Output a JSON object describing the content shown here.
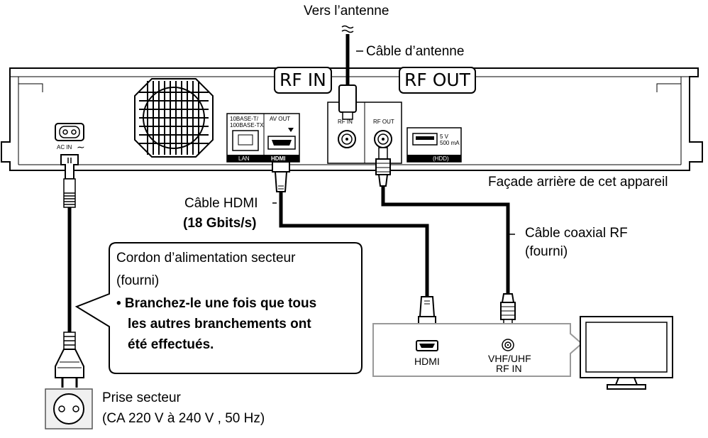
{
  "labels": {
    "antenna": "Vers l’antenne",
    "antenna_cable": "Câble d’antenne",
    "rf_in_tag": "RF IN",
    "rf_out_tag": "RF OUT",
    "rear_panel": "Façade arrière de cet appareil",
    "hdmi_cable": "Câble HDMI",
    "hdmi_speed": "(18 Gbits/s)",
    "coax_cable": "Câble coaxial RF",
    "coax_supplied": "(fourni)",
    "power_cord_title": "Cordon d’alimentation secteur",
    "power_cord_supplied": "(fourni)",
    "power_cord_note_line1": "• Branchez-le une fois que tous",
    "power_cord_note_line2": "les autres branchements ont",
    "power_cord_note_line3": "été effectués.",
    "outlet": "Prise secteur",
    "outlet_spec": "(CA 220 V à 240 V , 50 Hz)"
  },
  "panel": {
    "ac_in": "AC IN",
    "ac_symbol": "∼",
    "lan_top": "10BASE-T/",
    "lan_top2": "100BASE-TX",
    "lan": "LAN",
    "av_out": "AV OUT",
    "hdmi_logo": "HDMI",
    "rf_in": "RF IN",
    "rf_out": "RF OUT",
    "usb_v": "5 V",
    "usb_ma": "500 mA",
    "usb_hdd": "(HDD)"
  },
  "tv": {
    "hdmi": "HDMI",
    "vhf_uhf": "VHF/UHF",
    "rf_in": "RF IN"
  }
}
